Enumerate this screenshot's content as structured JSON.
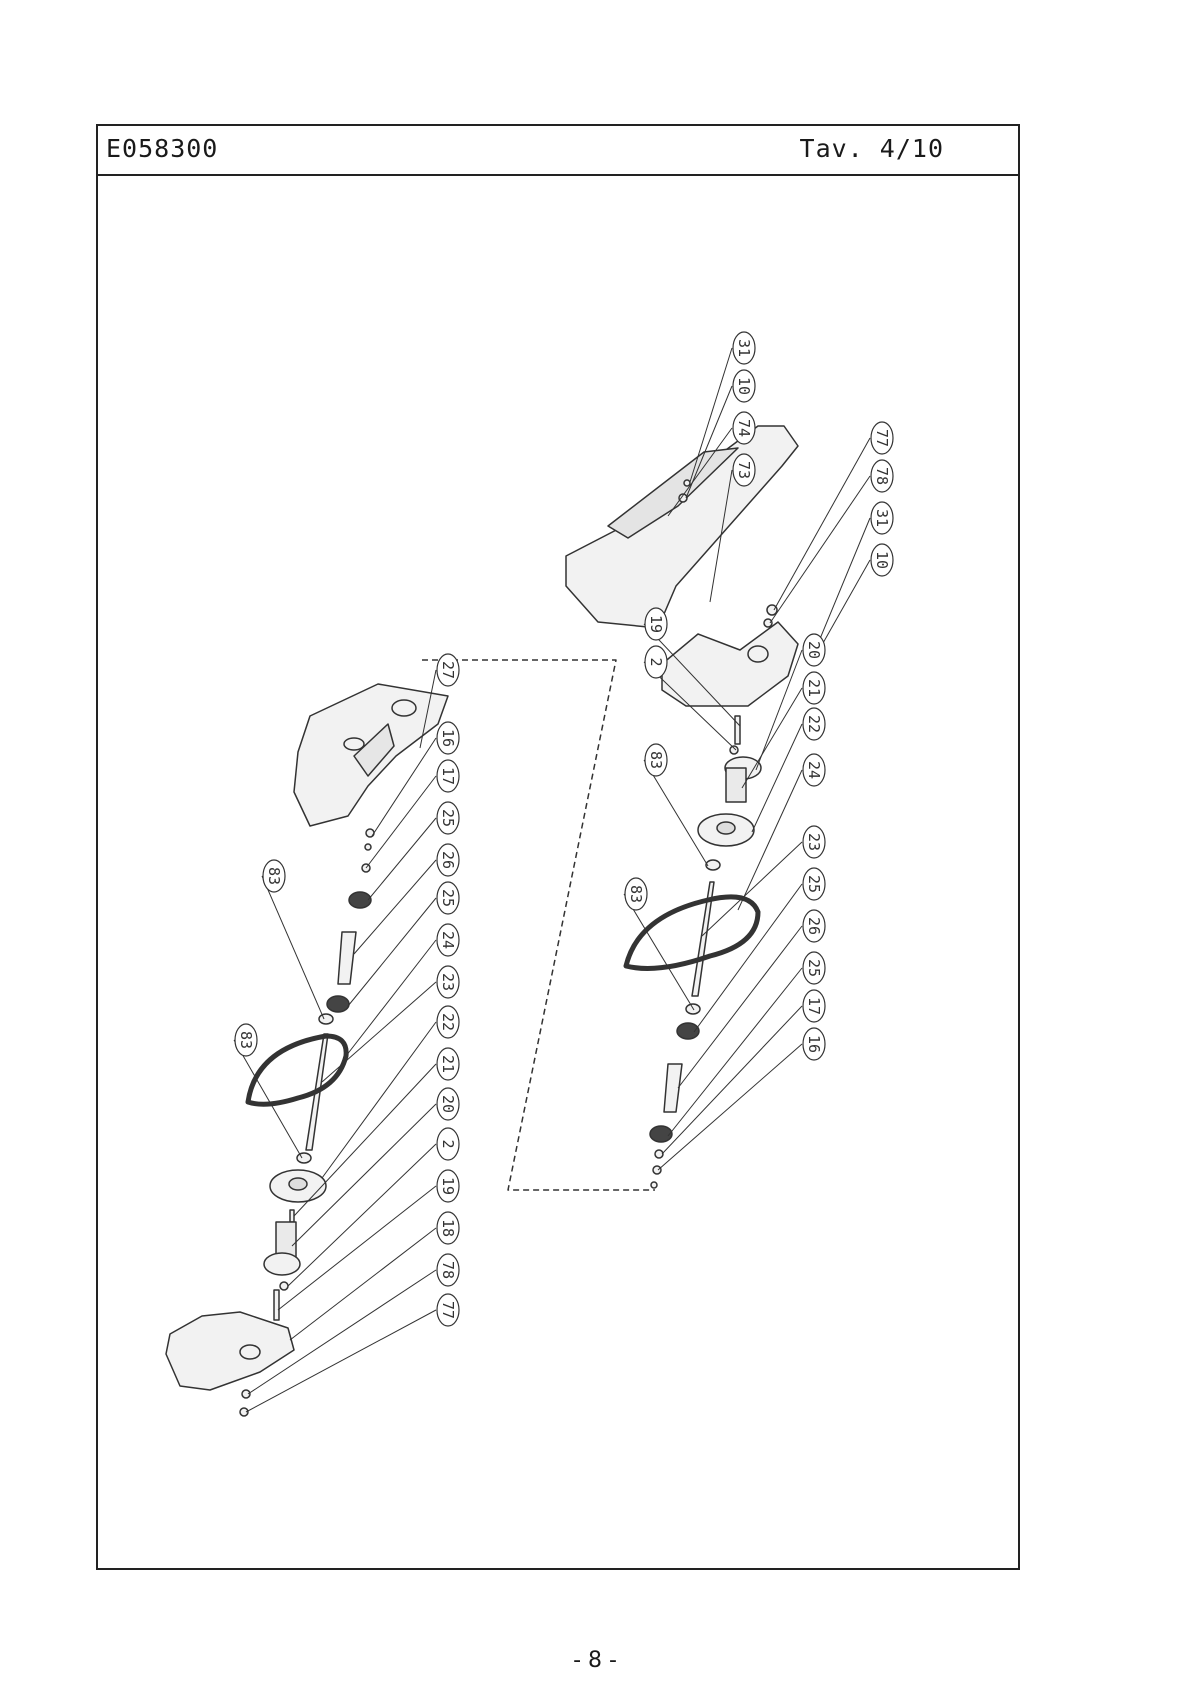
{
  "header": {
    "code": "E058300",
    "table": "Tav. 4/10"
  },
  "page_number": "- 8 -",
  "callouts": {
    "upper_right": [
      "31",
      "10",
      "74",
      "73",
      "77",
      "78",
      "31",
      "10",
      "19",
      "2",
      "20",
      "21",
      "22",
      "83",
      "24",
      "23",
      "83",
      "25",
      "26",
      "25",
      "17",
      "16"
    ],
    "lower_left": [
      "27",
      "16",
      "17",
      "25",
      "26",
      "83",
      "25",
      "24",
      "23",
      "83",
      "22",
      "21",
      "20",
      "2",
      "19",
      "18",
      "78",
      "77"
    ]
  },
  "colors": {
    "line": "#333333",
    "fill": "#f2f2f2",
    "frame": "#222222"
  }
}
